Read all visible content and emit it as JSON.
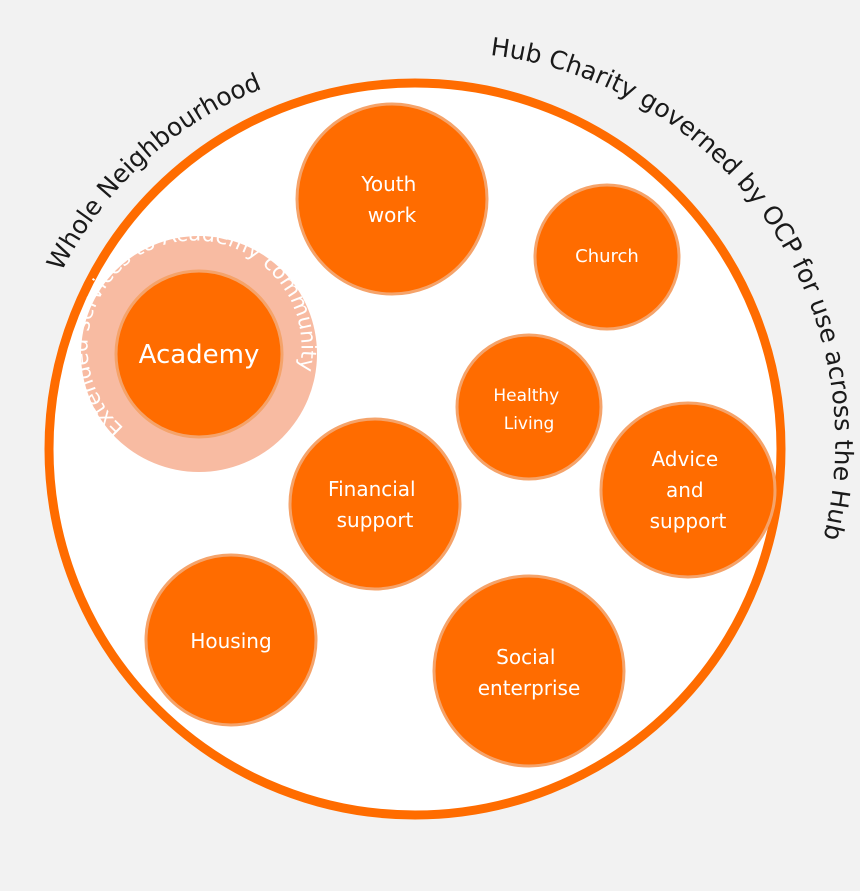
{
  "colors": {
    "background": "#f2f2f2",
    "outer_ring": "#ff6c00",
    "outer_fill": "#ffffff",
    "node_fill": "#ff6c00",
    "node_stroke": "#f5a36a",
    "halo_fill": "#f8bba2",
    "label_text": "#ffffff",
    "outer_text": "#1a1a1a",
    "halo_text": "#ffffff"
  },
  "outer_labels": {
    "left": "Whole Neighbourhood",
    "right": "Hub Charity governed by OCP for use across the Hub"
  },
  "halo_label": "Extended services to Academy community",
  "nodes": {
    "academy": {
      "lines": [
        "Academy"
      ]
    },
    "youth_work": {
      "lines": [
        "Youth",
        "work"
      ]
    },
    "church": {
      "lines": [
        "Church"
      ]
    },
    "healthy_living": {
      "lines": [
        "Healthy",
        "Living"
      ]
    },
    "financial_support": {
      "lines": [
        "Financial",
        "support"
      ]
    },
    "advice_support": {
      "lines": [
        "Advice",
        "and",
        "support"
      ]
    },
    "housing": {
      "lines": [
        "Housing"
      ]
    },
    "social_enterprise": {
      "lines": [
        "Social",
        "enterprise"
      ]
    }
  }
}
